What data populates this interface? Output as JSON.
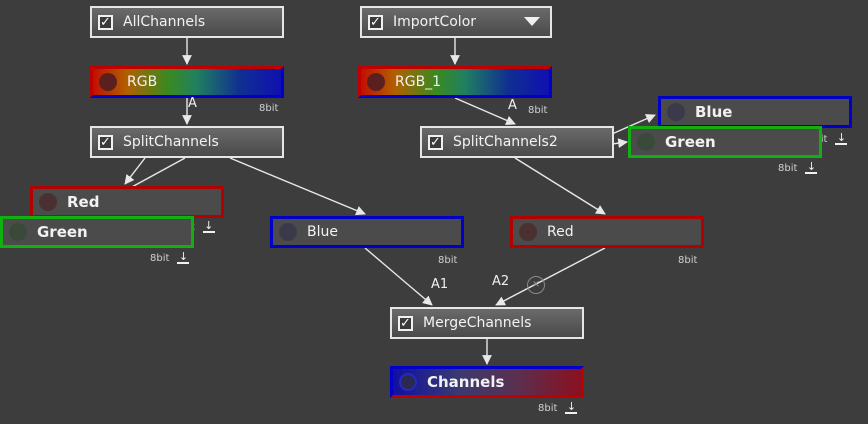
{
  "nodes": {
    "allchannels": {
      "label": "AllChannels"
    },
    "importcolor": {
      "label": "ImportColor"
    },
    "rgb": {
      "label": "RGB",
      "badge": "8bit"
    },
    "rgb1": {
      "label": "RGB_1",
      "badge": "8bit"
    },
    "splitchannels": {
      "label": "SplitChannels"
    },
    "splitchannels2": {
      "label": "SplitChannels2"
    },
    "red_left": {
      "label": "Red"
    },
    "green_left": {
      "label": "Green",
      "badge": "8bit"
    },
    "blue_mid": {
      "label": "Blue",
      "badge": "8bit"
    },
    "red_right": {
      "label": "Red",
      "badge": "8bit"
    },
    "blue_right": {
      "label": "Blue"
    },
    "green_right": {
      "label": "Green",
      "badge": "8bit",
      "badge2": "8bit"
    },
    "mergechannels": {
      "label": "MergeChannels"
    },
    "channels": {
      "label": "Channels",
      "badge": "8bit"
    }
  },
  "ports": {
    "rgb_out": "A",
    "rgb1_out": "A",
    "merge_in1": "A1",
    "merge_in2": "A2"
  },
  "colors": {
    "background": "#3d3d3d",
    "red": "#b30000",
    "green": "#10b010",
    "blue": "#0000c8",
    "wire": "#e8e8e8"
  }
}
